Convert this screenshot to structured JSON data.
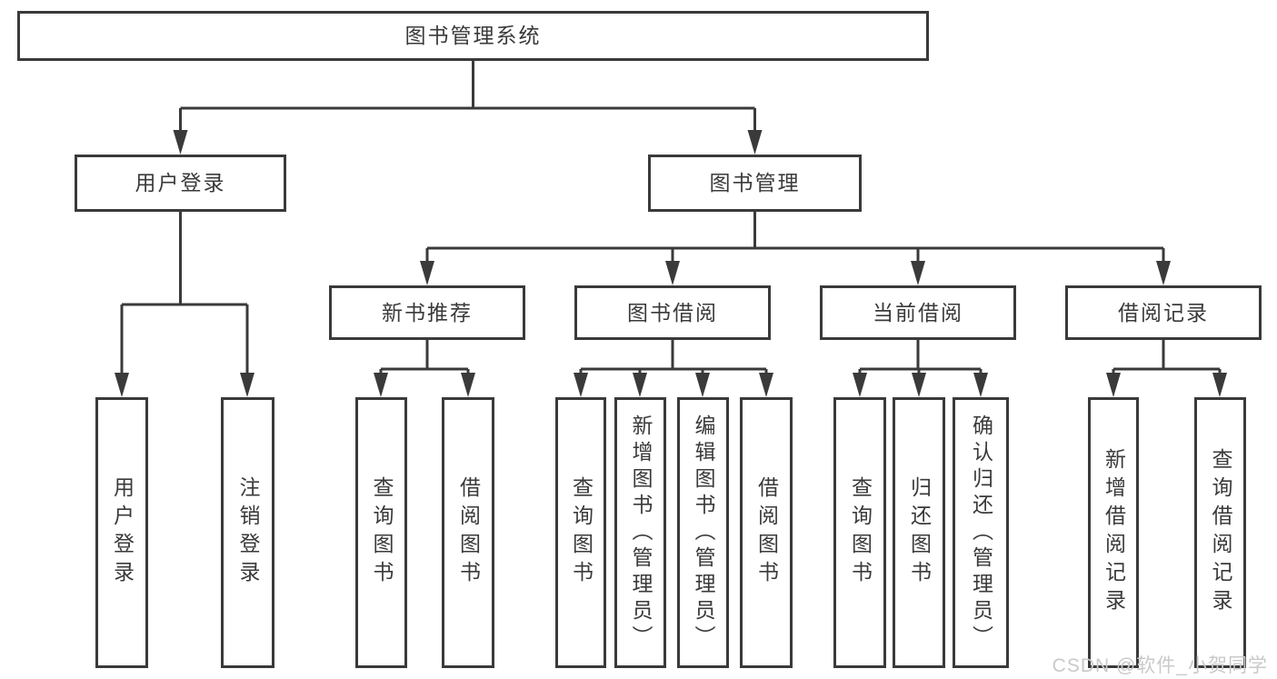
{
  "watermark": "CSDN @软件_小贺同学",
  "colors": {
    "line": "#3a3a3a",
    "arrow": "#3a3a3a",
    "text": "#3a3a3a",
    "watermark": "#c9c9c9",
    "background": "#ffffff"
  },
  "tree": {
    "root": {
      "label": "图书管理系统",
      "children": [
        {
          "label": "用户登录",
          "children": [
            {
              "label": "用户登录"
            },
            {
              "label": "注销登录"
            }
          ]
        },
        {
          "label": "图书管理",
          "children": [
            {
              "label": "新书推荐",
              "children": [
                {
                  "label": "查询图书"
                },
                {
                  "label": "借阅图书"
                }
              ]
            },
            {
              "label": "图书借阅",
              "children": [
                {
                  "label": "查询图书"
                },
                {
                  "label": "新增图书（管理员）"
                },
                {
                  "label": "编辑图书（管理员）"
                },
                {
                  "label": "借阅图书"
                }
              ]
            },
            {
              "label": "当前借阅",
              "children": [
                {
                  "label": "查询图书"
                },
                {
                  "label": "归还图书"
                },
                {
                  "label": "确认归还（管理员）"
                }
              ]
            },
            {
              "label": "借阅记录",
              "children": [
                {
                  "label": "新增借阅记录"
                },
                {
                  "label": "查询借阅记录"
                }
              ]
            }
          ]
        }
      ]
    }
  }
}
